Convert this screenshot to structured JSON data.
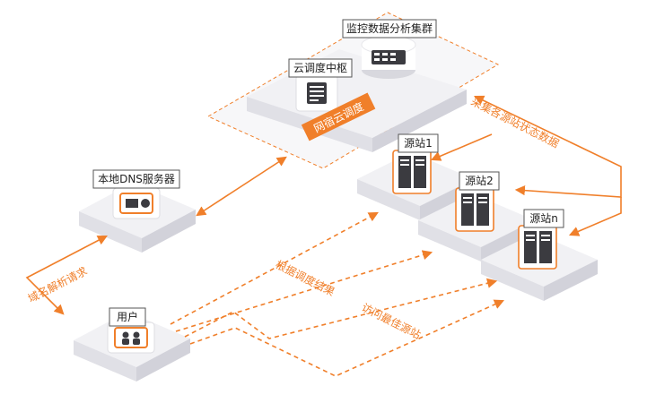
{
  "colors": {
    "accent": "#f07f2a",
    "platform_top": "#f1f1f4",
    "platform_left": "#e0e0e6",
    "platform_right": "#d2d2da",
    "icon_box": "#ffffff",
    "label_border": "#555555"
  },
  "nodes": {
    "monitor": {
      "label": "监控数据分析集群",
      "icon": "server-rack-icon"
    },
    "dispatch": {
      "label": "云调度中枢",
      "icon": "server-box-icon"
    },
    "cloud": {
      "badge": "网宿云调度"
    },
    "dns": {
      "label": "本地DNS服务器",
      "icon": "dns-gear-icon"
    },
    "user": {
      "label": "用户",
      "icon": "users-icon"
    },
    "site1": {
      "label": "源站1",
      "icon": "server-tower-icon"
    },
    "site2": {
      "label": "源站2",
      "icon": "server-tower-icon"
    },
    "siten": {
      "label": "源站n",
      "icon": "server-tower-icon"
    }
  },
  "edges": {
    "collect": "采集各源站状态数据",
    "dns_query": "域名解析请求",
    "by_result": "根据调度结果",
    "visit_best": "访问最佳源站"
  }
}
